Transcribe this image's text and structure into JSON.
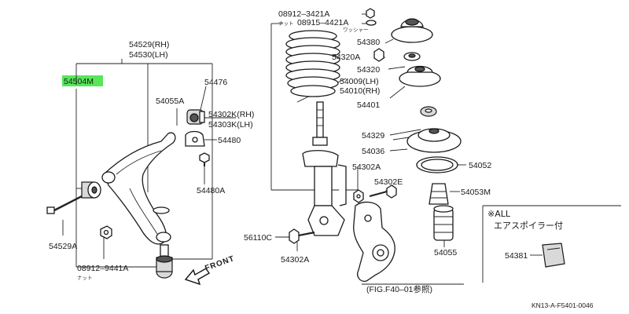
{
  "highlight_color": "#57e65a",
  "labels": {
    "p54504m": "54504M",
    "p54529_rh": "54529(RH)",
    "p54530_lh": "54530(LH)",
    "p54476": "54476",
    "p54055a": "54055A",
    "p54302k_rh": "54302K(RH)",
    "p54303k_lh": "54303K(LH)",
    "p54480": "54480",
    "p54480a": "54480A",
    "p54529a": "54529A",
    "p08912_9441a": "08912–9441A",
    "nut_jp_1": "ナット",
    "front": "FRONT",
    "p08912_3421a": "08912–3421A",
    "nut_jp_2": "ナット",
    "p08915_4421a": "08915–4421A",
    "washer_jp": "ワッシャー",
    "p54380": "54380",
    "p54320a": "54320A",
    "p54320": "54320",
    "p54009_lh": "54009(LH)",
    "p54010_rh": "54010(RH)",
    "p54401": "54401",
    "p54329": "54329",
    "p54036": "54036",
    "p54052": "54052",
    "p54302a_top": "54302A",
    "p54302e": "54302E",
    "p54053m": "54053M",
    "p56110c": "56110C",
    "p54302a_bottom": "54302A",
    "p54055": "54055",
    "fig_ref": "(FIG.F40–01参照)",
    "note_all": "※ALL",
    "note_spoiler": "エアスポイラー付",
    "p54381": "54381",
    "diagram_code": "KN13-A-F5401-0046"
  }
}
